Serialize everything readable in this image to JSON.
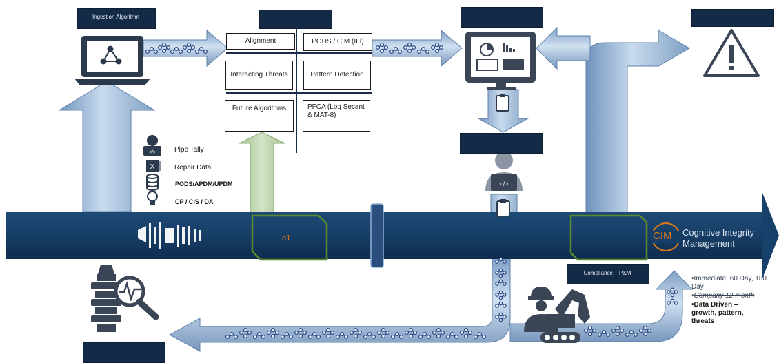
{
  "header_labels": {
    "ingestion": "Ingestion Algorithm"
  },
  "algorithms": [
    {
      "key": "alignment",
      "label": "Alignment"
    },
    {
      "key": "pods_ili",
      "label": "PODS / CIM (ILI)"
    },
    {
      "key": "interacting",
      "label": "Interacting Threats"
    },
    {
      "key": "pattern",
      "label": "Pattern Detection"
    },
    {
      "key": "future",
      "label": "Future Algorithms"
    },
    {
      "key": "pfca",
      "label": "PFCA (Log Secant & MAT-8)"
    }
  ],
  "data_sources": [
    {
      "label": "Pipe Tally",
      "icon": "user-laptop-icon",
      "bold": false
    },
    {
      "label": "Repair Data",
      "icon": "excel-file-icon",
      "bold": false
    },
    {
      "label": "PODS/APDM/UPDM",
      "icon": "database-icon",
      "bold": true
    },
    {
      "label": "CP / CIS / DA",
      "icon": "lightbulb-icon",
      "bold": true
    }
  ],
  "pipeline": {
    "iot_label": "IoT",
    "brand_mark": "CIM",
    "brand_name_line1": "Cognitive Integrity",
    "brand_name_line2": "Management",
    "compliance_label": "Compliance + P&M"
  },
  "outcomes": [
    {
      "label": "Immediate, 60 Day, 180 Day",
      "style": "normal"
    },
    {
      "label": "Company 12-month",
      "style": "strike"
    },
    {
      "label": "Data Driven – growth, pattern, threats",
      "style": "bold"
    }
  ],
  "colors": {
    "navy": "#142b48",
    "pipe": "#13365c",
    "arrow_light": "#a9c3df",
    "arrow_mid": "#7f9fc3",
    "green_arrow": "#b9d1a8",
    "iot_border": "#4f7a2c",
    "accent_orange": "#e07b1a"
  }
}
